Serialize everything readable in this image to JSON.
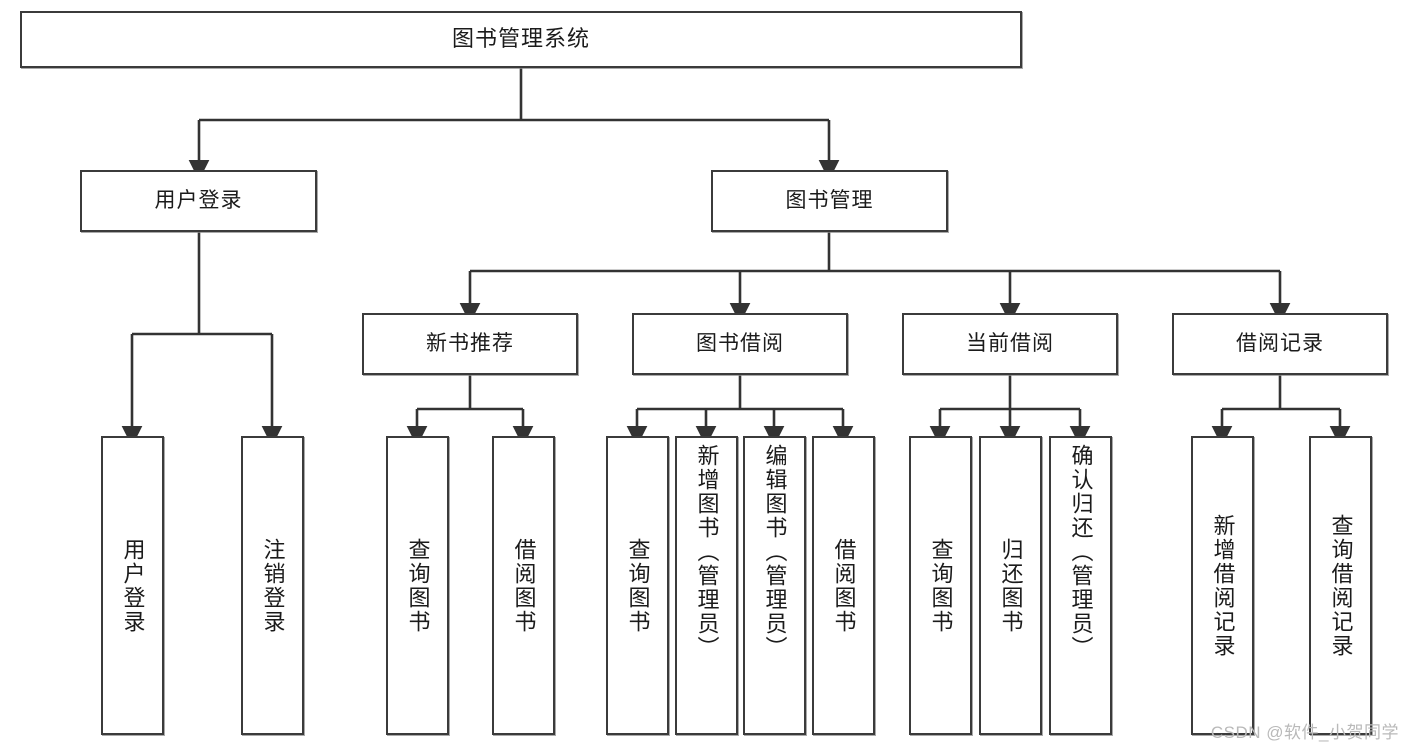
{
  "diagram": {
    "title": "图书管理系统",
    "type": "tree-hierarchy",
    "watermark": "CSDN @软件_小贺同学",
    "colors": {
      "background": "#ffffff",
      "box_border": "#3b3b3b",
      "box_fill": "#ffffff",
      "edge": "#333333",
      "text": "#1b1b1b",
      "watermark": "#b9b9b9"
    },
    "levels": {
      "root": {
        "label": "图书管理系统"
      },
      "level2": [
        {
          "label": "用户登录"
        },
        {
          "label": "图书管理"
        }
      ],
      "level3": [
        {
          "label": "新书推荐"
        },
        {
          "label": "图书借阅"
        },
        {
          "label": "当前借阅"
        },
        {
          "label": "借阅记录"
        }
      ],
      "leaves": {
        "user_login": [
          {
            "label": "用户登录"
          },
          {
            "label": "注销登录"
          }
        ],
        "new_book_recommend": [
          {
            "label": "查询图书"
          },
          {
            "label": "借阅图书"
          }
        ],
        "book_borrow": [
          {
            "label": "查询图书"
          },
          {
            "label": "新增图书（管理员）"
          },
          {
            "label": "编辑图书（管理员）"
          },
          {
            "label": "借阅图书"
          }
        ],
        "current_borrow": [
          {
            "label": "查询图书"
          },
          {
            "label": "归还图书"
          },
          {
            "label": "确认归还（管理员）"
          }
        ],
        "borrow_record": [
          {
            "label": "新增借阅记录"
          },
          {
            "label": "查询借阅记录"
          }
        ]
      }
    }
  }
}
